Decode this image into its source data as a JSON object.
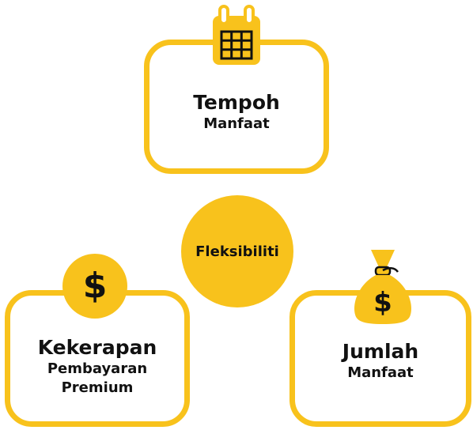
{
  "center": {
    "label": "Fleksibiliti"
  },
  "tempoh": {
    "title": "Tempoh",
    "subtitle": "Manfaat",
    "icon": "calendar-icon"
  },
  "kekerapan": {
    "title": "Kekerapan",
    "line2": "Pembayaran",
    "line3": "Premium",
    "icon": "dollar-coin-icon"
  },
  "jumlah": {
    "title": "Jumlah",
    "subtitle": "Manfaat",
    "icon": "money-bag-icon"
  },
  "icons": {
    "dollar_symbol": "$"
  },
  "colors": {
    "accent": "#F8C21C",
    "text": "#111111",
    "background": "#FFFFFF"
  }
}
